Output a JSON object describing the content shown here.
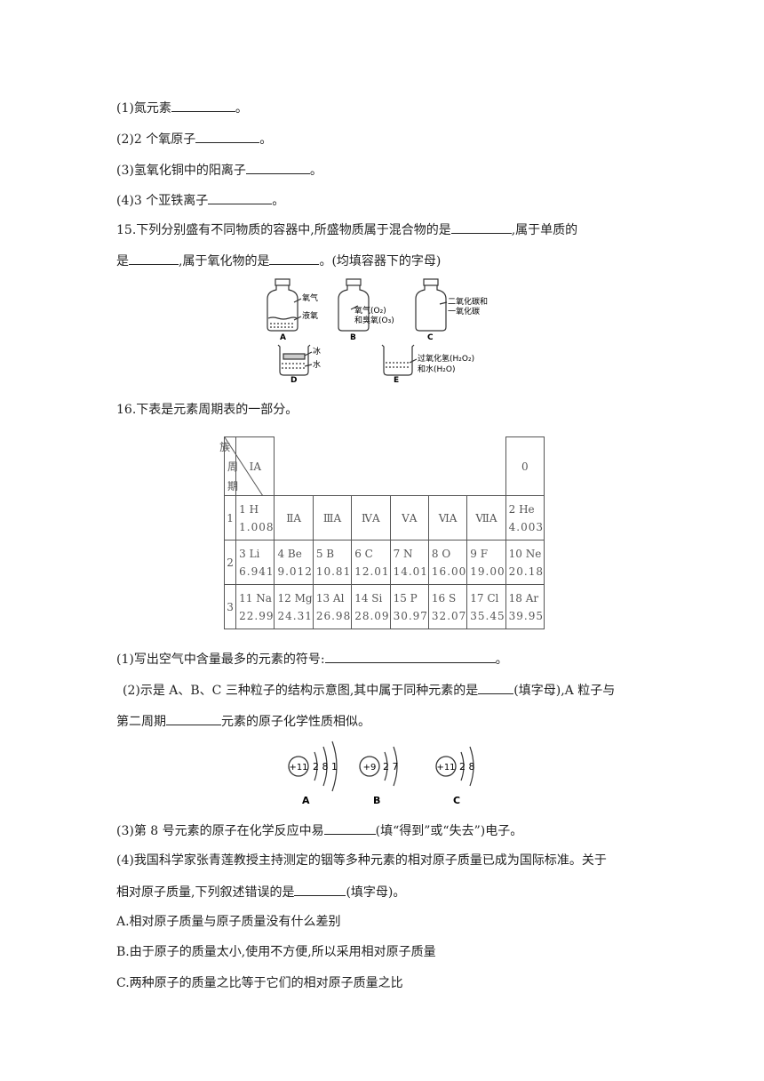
{
  "q14": {
    "a": "(1)氮元素",
    "a_end": "。",
    "b": "(2)2 个氧原子",
    "b_end": "。",
    "c": "(3)氢氧化铜中的阳离子",
    "c_end": "。",
    "d": "(4)3 个亚铁离子",
    "d_end": "。"
  },
  "q15": {
    "line1_a": "15.下列分别盛有不同物质的容器中,所盛物质属于混合物的是",
    "line1_b": ",属于单质的",
    "line2_a": "是",
    "line2_b": ",属于氧化物的是",
    "line2_c": "。(均填容器下的字母)",
    "containers": {
      "A": {
        "letter": "A",
        "top": "氧气",
        "bottom": "液氧"
      },
      "B": {
        "letter": "B",
        "l1": "氧气(O₂)",
        "l2": "和臭氧(O₃)"
      },
      "C": {
        "letter": "C",
        "l1": "二氧化碳和",
        "l2": "一氧化碳"
      },
      "D": {
        "letter": "D",
        "top": "冰",
        "bottom": "水"
      },
      "E": {
        "letter": "E",
        "l1": "过氧化氢(H₂O₂)",
        "l2": "和水(H₂O)"
      }
    }
  },
  "q16": {
    "intro": "16.下表是元素周期表的一部分。",
    "table": {
      "corner_zu": "族",
      "corner_zhou": "周",
      "corner_qi": "期",
      "g1": "ⅠA",
      "g0": "0",
      "groups_mid": [
        "ⅡA",
        "ⅢA",
        "ⅣA",
        "ⅤA",
        "ⅥA",
        "ⅦA"
      ],
      "periods": [
        "1",
        "2",
        "3"
      ],
      "H": {
        "sym": "1 H",
        "mass": "1.008"
      },
      "He": {
        "sym": "2 He",
        "mass": "4.003"
      },
      "row2": [
        {
          "sym": "3 Li",
          "mass": "6.941"
        },
        {
          "sym": "4 Be",
          "mass": "9.012"
        },
        {
          "sym": "5 B",
          "mass": "10.81"
        },
        {
          "sym": "6 C",
          "mass": "12.01"
        },
        {
          "sym": "7 N",
          "mass": "14.01"
        },
        {
          "sym": "8 O",
          "mass": "16.00"
        },
        {
          "sym": "9 F",
          "mass": "19.00"
        },
        {
          "sym": "10 Ne",
          "mass": "20.18"
        }
      ],
      "row3": [
        {
          "sym": "11 Na",
          "mass": "22.99"
        },
        {
          "sym": "12 Mg",
          "mass": "24.31"
        },
        {
          "sym": "13 Al",
          "mass": "26.98"
        },
        {
          "sym": "14 Si",
          "mass": "28.09"
        },
        {
          "sym": "15 P",
          "mass": "30.97"
        },
        {
          "sym": "16 S",
          "mass": "32.07"
        },
        {
          "sym": "17 Cl",
          "mass": "35.45"
        },
        {
          "sym": "18 Ar",
          "mass": "39.95"
        }
      ]
    },
    "p1_a": "(1)写出空气中含量最多的元素的符号:",
    "p1_end": "。",
    "p2_a": "(2)示是 A、B、C 三种粒子的结构示意图,其中属于同种元素的是",
    "p2_b": "(填字母),A 粒子与",
    "p2_c": "第二周期",
    "p2_d": "元素的原子化学性质相似。",
    "atoms": [
      {
        "nucleus": "+11",
        "shells": "2 8 1",
        "label": "A"
      },
      {
        "nucleus": "+9",
        "shells": "2 7",
        "label": "B"
      },
      {
        "nucleus": "+11",
        "shells": "2 8",
        "label": "C"
      }
    ],
    "p3_a": "(3)第 8 号元素的原子在化学反应中易",
    "p3_b": "(填“得到”或“失去”)电子。",
    "p4_l1": "(4)我国科学家张青莲教授主持测定的铟等多种元素的相对原子质量已成为国际标准。关于",
    "p4_l2a": "相对原子质量,下列叙述错误的是",
    "p4_l2b": "(填字母)。",
    "optA": "A.相对原子质量与原子质量没有什么差别",
    "optB": "B.由于原子的质量太小,使用不方便,所以采用相对原子质量",
    "optC": "C.两种原子的质量之比等于它们的相对原子质量之比"
  }
}
